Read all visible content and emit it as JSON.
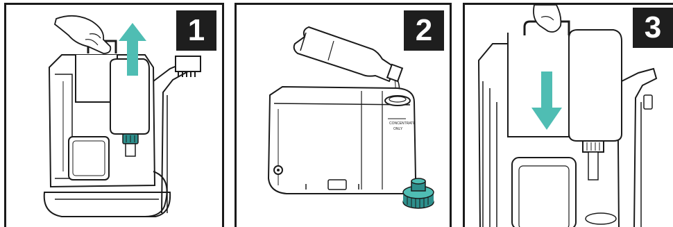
{
  "steps": [
    {
      "number": "1"
    },
    {
      "number": "2"
    },
    {
      "number": "3"
    }
  ],
  "colors": {
    "arrow": "#4fbdb3",
    "cap": "#2e8f8c",
    "outline": "#1a1a1a",
    "machine_fill": "#ffffff",
    "badge": "#1e1e1e"
  },
  "icons": [
    "arrow-up-icon",
    "arrow-down-icon",
    "hand-icon",
    "bottle-icon",
    "cap-icon"
  ],
  "bottle_label": [
    "CONCENTRATE",
    "ONLY"
  ]
}
